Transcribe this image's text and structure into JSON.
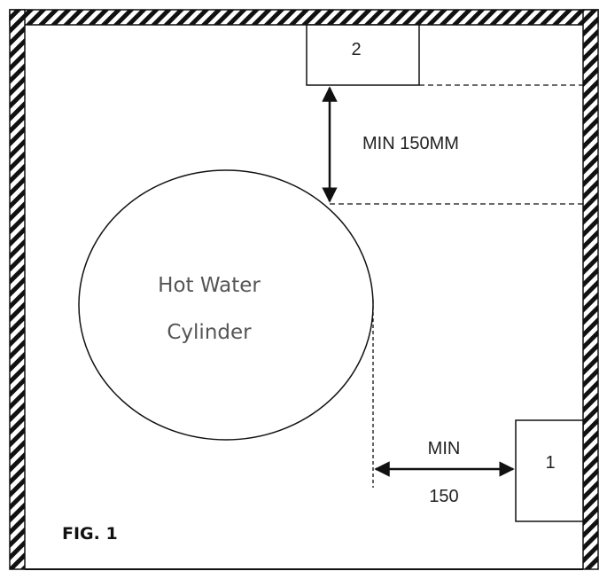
{
  "diagram": {
    "cylinder_label_line1": "Hot Water",
    "cylinder_label_line2": "Cylinder",
    "box_top_label": "2",
    "box_right_label": "1",
    "vertical_clearance_label": "MIN 150MM",
    "horizontal_clearance_label_top": "MIN",
    "horizontal_clearance_label_bottom": "150",
    "figure_label": "FIG. 1"
  }
}
